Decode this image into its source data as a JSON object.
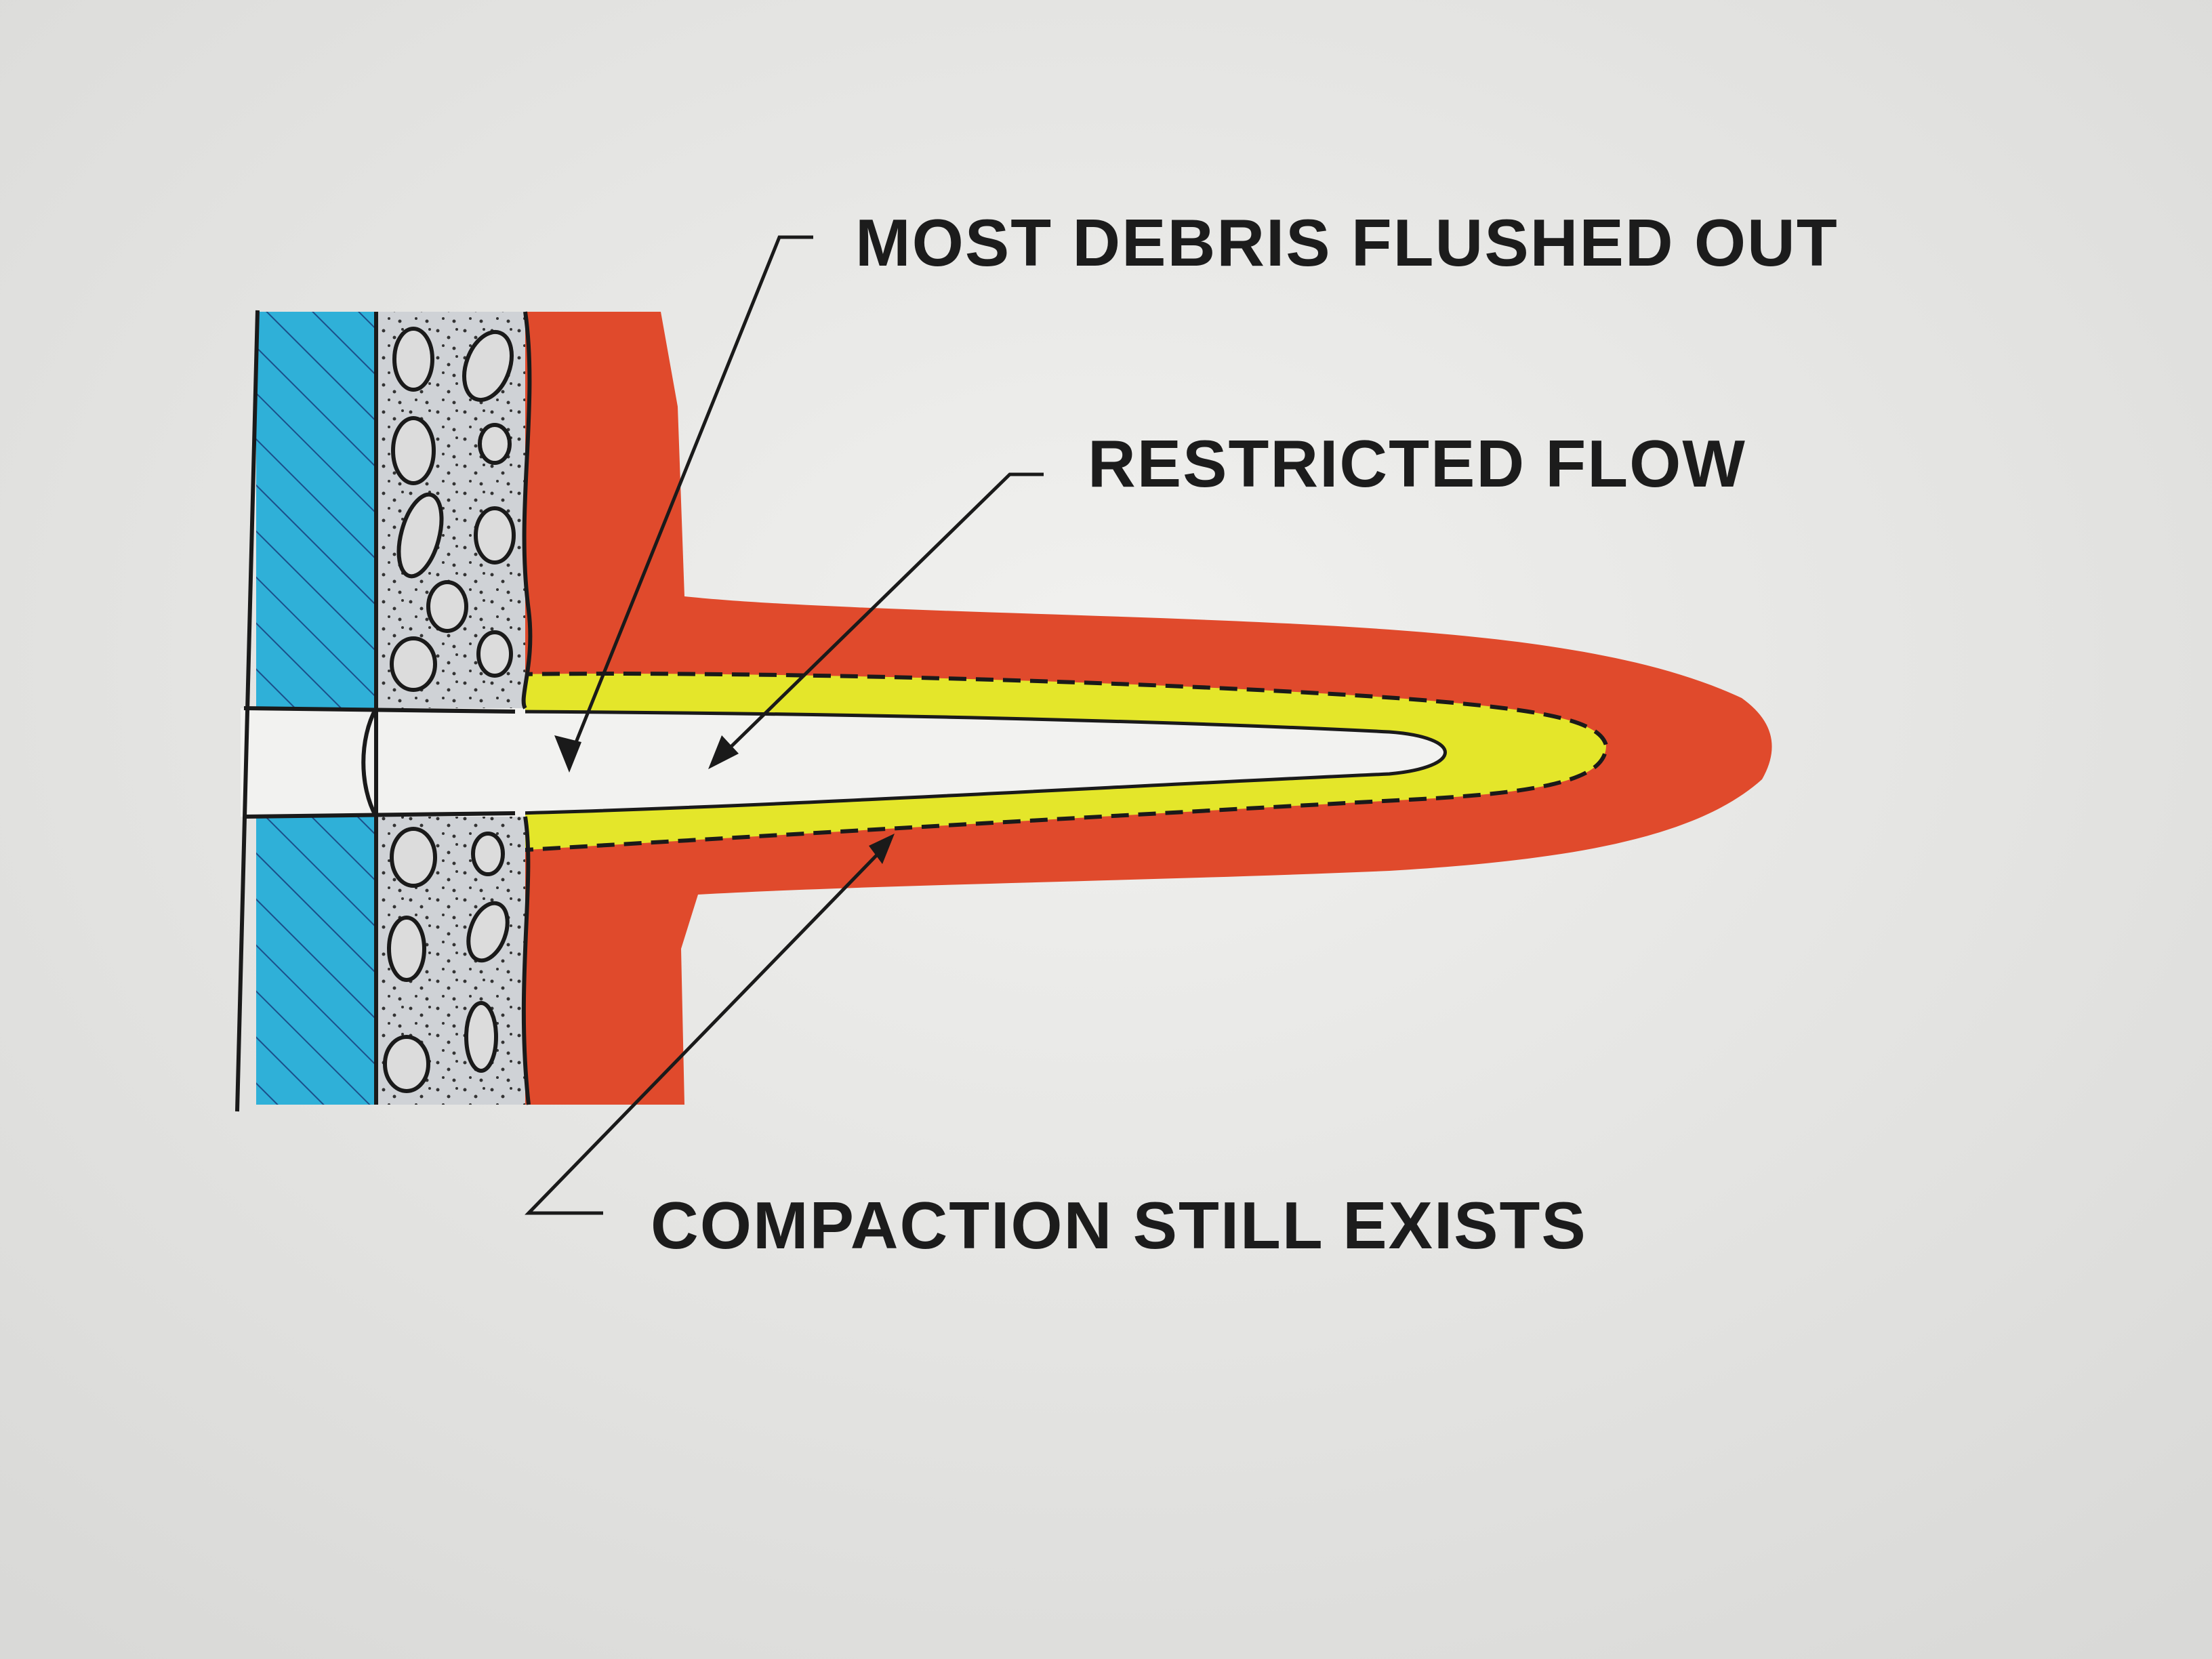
{
  "diagram": {
    "labels": {
      "debris": "MOST DEBRIS FLUSHED OUT",
      "restricted": "RESTRICTED FLOW",
      "compaction": "COMPACTION STILL EXISTS"
    },
    "colors": {
      "paper": "#e8e8e6",
      "casing_blue": "#2fb0d8",
      "cement_grey": "#cfd2d6",
      "formation_red": "#e04a2c",
      "compaction_yellow": "#e4e62a",
      "line": "#1a1a1a"
    }
  }
}
